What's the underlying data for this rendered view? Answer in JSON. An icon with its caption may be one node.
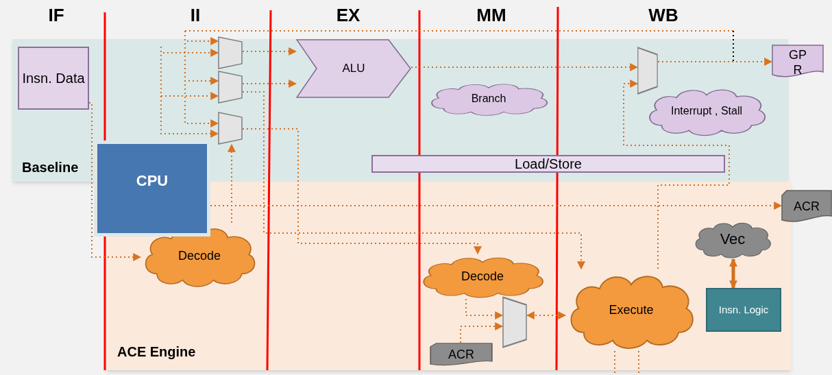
{
  "diagram": {
    "nodes": [
      {
        "text": [
          "Baseline"
        ]
      },
      {
        "text": [
          "ACE Engine"
        ]
      },
      {
        "text": [
          "Insn. Data"
        ],
        "in": 0
      },
      {
        "text": [],
        "shape": "trapezoid",
        "in": 0
      },
      {
        "text": [],
        "shape": "trapezoid",
        "in": 0
      },
      {
        "text": [],
        "shape": "trapezoid",
        "in": 0
      },
      {
        "text": [
          "ALU"
        ],
        "in": 0
      },
      {
        "text": [
          "Branch"
        ],
        "in": 0
      },
      {
        "text": [],
        "shape": "trapezoid",
        "in": 0
      },
      {
        "text": [
          "Interrupt , Stall"
        ],
        "in": 0
      },
      {
        "text": [
          "GPR"
        ]
      },
      {
        "text": [
          "Load/Store"
        ],
        "in": 0
      },
      {
        "text": [
          "CPU"
        ]
      },
      {
        "text": [
          "Decode"
        ],
        "in": 1
      },
      {
        "text": [
          "Decode"
        ],
        "in": 1
      },
      {
        "text": [],
        "shape": "trapezoid",
        "in": 1
      },
      {
        "text": [
          "ACR"
        ],
        "in": 1
      },
      {
        "text": [
          "Execute"
        ],
        "in": 1
      },
      {
        "text": [
          "Vec"
        ],
        "in": 1
      },
      {
        "text": [
          "Insn. Logic"
        ],
        "in": 1
      },
      {
        "text": [
          "ACR"
        ]
      }
    ],
    "edges": [
      {
        "from": 2,
        "to": 13,
        "arrow": "to",
        "style": "dashed"
      },
      {
        "from": null,
        "to": 3,
        "arrow": "to",
        "style": "dashed"
      },
      {
        "from": null,
        "to": 3,
        "arrow": "to",
        "style": "dashed"
      },
      {
        "from": null,
        "to": 4,
        "arrow": "to",
        "style": "dashed"
      },
      {
        "from": null,
        "to": 4,
        "arrow": "to",
        "style": "dashed"
      },
      {
        "from": null,
        "to": 5,
        "arrow": "to",
        "style": "dashed"
      },
      {
        "from": null,
        "to": 5,
        "arrow": "to",
        "style": "dashed"
      },
      {
        "from": 3,
        "to": 6,
        "arrow": "to",
        "style": "dashed"
      },
      {
        "from": 4,
        "to": 6,
        "arrow": "to",
        "style": "dashed"
      },
      {
        "from": 6,
        "to": 8,
        "arrow": "to",
        "style": "dashed"
      },
      {
        "from": 8,
        "to": 10,
        "arrow": "to",
        "style": "dashed"
      },
      {
        "from": 17,
        "to": 8,
        "arrow": "to",
        "style": "dashed"
      },
      {
        "from": 13,
        "to": 5,
        "arrow": "to",
        "style": "dashed"
      },
      {
        "from": 5,
        "to": 14,
        "arrow": "to",
        "style": "dashed"
      },
      {
        "from": 4,
        "to": 17,
        "arrow": "to",
        "style": "dashed"
      },
      {
        "from": 12,
        "to": 20,
        "arrow": "to",
        "style": "dashed"
      },
      {
        "from": 14,
        "to": 15,
        "arrow": "to",
        "style": "dashed"
      },
      {
        "from": 16,
        "to": 15,
        "arrow": "to",
        "style": "dashed"
      },
      {
        "from": 15,
        "to": 17,
        "arrow": "both",
        "style": "dashed"
      },
      {
        "from": 18,
        "to": 19,
        "arrow": "both",
        "style": "thick"
      },
      {
        "from": 17,
        "to": null,
        "arrow": "none",
        "style": "dashed"
      },
      {
        "from": 17,
        "to": null,
        "arrow": "none",
        "style": "dashed"
      }
    ],
    "labels": [
      "IF",
      "II",
      "EX",
      "MM",
      "WB"
    ]
  }
}
